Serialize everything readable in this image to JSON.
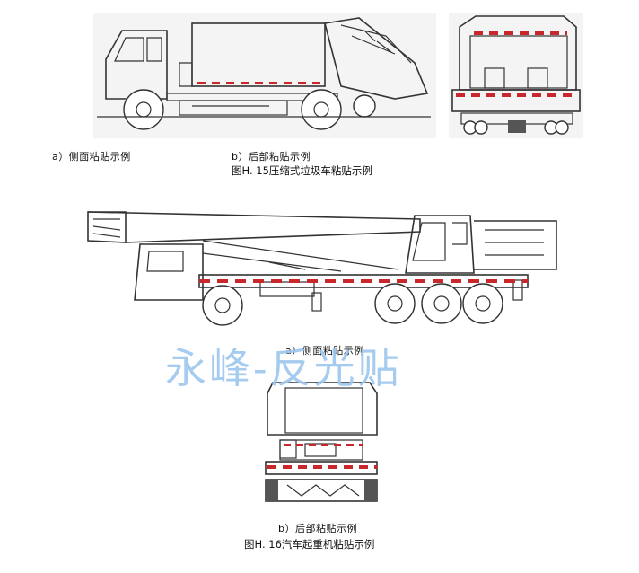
{
  "figure15": {
    "caption_side": "a）侧面粘贴示例",
    "caption_rear": "b）后部粘贴示例",
    "title": "图H. 15压缩式垃圾车粘贴示例"
  },
  "figure16": {
    "caption_side": "a）侧面粘贴示例",
    "caption_rear": "b）后部粘贴示例",
    "title": "图H. 16汽车起重机粘贴示例"
  },
  "watermark": "永峰-反光贴",
  "colors": {
    "reflective_strip": "#c8282c",
    "watermark": "#9cc6ee"
  }
}
